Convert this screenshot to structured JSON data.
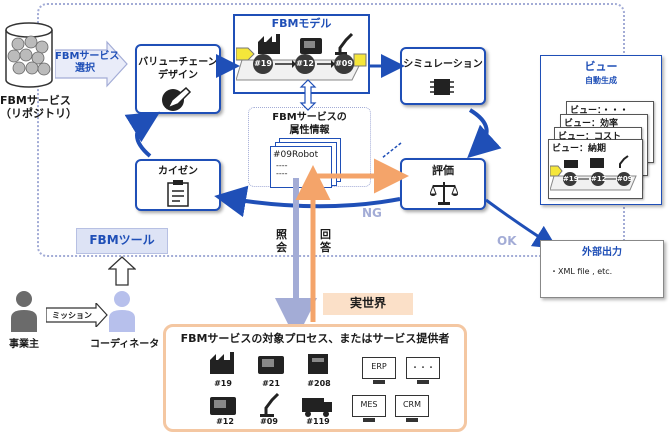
{
  "repository": {
    "line1": "FBMサービス",
    "line2": "（リポジトリ）"
  },
  "select_arrow": {
    "line1": "FBMサービス",
    "line2": "選択"
  },
  "value_chain": {
    "line1": "バリューチェーン",
    "line2": "デザイン"
  },
  "fbm_model": {
    "title": "FBMモデル",
    "nodes": [
      "#19",
      "#12",
      "#09"
    ]
  },
  "simulation": {
    "label": "シミュレーション"
  },
  "attributes": {
    "line1": "FBMサービスの",
    "line2": "属性情報",
    "card_title": "#09Robot",
    "card_lines": [
      "----",
      "----"
    ]
  },
  "evaluation": {
    "label": "評価"
  },
  "kaizen": {
    "label": "カイゼン"
  },
  "ng": "NG",
  "ok": "OK",
  "query": [
    "照",
    "会"
  ],
  "answer": [
    "回",
    "答"
  ],
  "views": {
    "title": "ビュー",
    "subtitle": "自動生成",
    "cards": [
      "ビュー：・・・",
      "ビュー：効率",
      "ビュー：コスト",
      "ビュー：納期"
    ],
    "nodes": [
      "#19",
      "#12",
      "#09"
    ]
  },
  "external_output": {
    "title": "外部出力",
    "item": "・XML file , etc."
  },
  "fbm_tool": "FBMツール",
  "mission": "ミッション",
  "business_owner": "事業主",
  "coordinator": "コーディネータ",
  "real_world": "実世界",
  "real_world_box": {
    "title": "FBMサービスの対象プロセス、またはサービス提供者",
    "items_row1": [
      "#19",
      "#21",
      "#208"
    ],
    "items_row2": [
      "#12",
      "#09",
      "#119"
    ],
    "systems": [
      "ERP",
      "・・・",
      "MES",
      "CRM"
    ]
  },
  "colors": {
    "accent": "#1f4fb7",
    "grey_line": "#a3acd6",
    "orange": "#f4a46a",
    "orange_fill": "#fbe0c8"
  }
}
